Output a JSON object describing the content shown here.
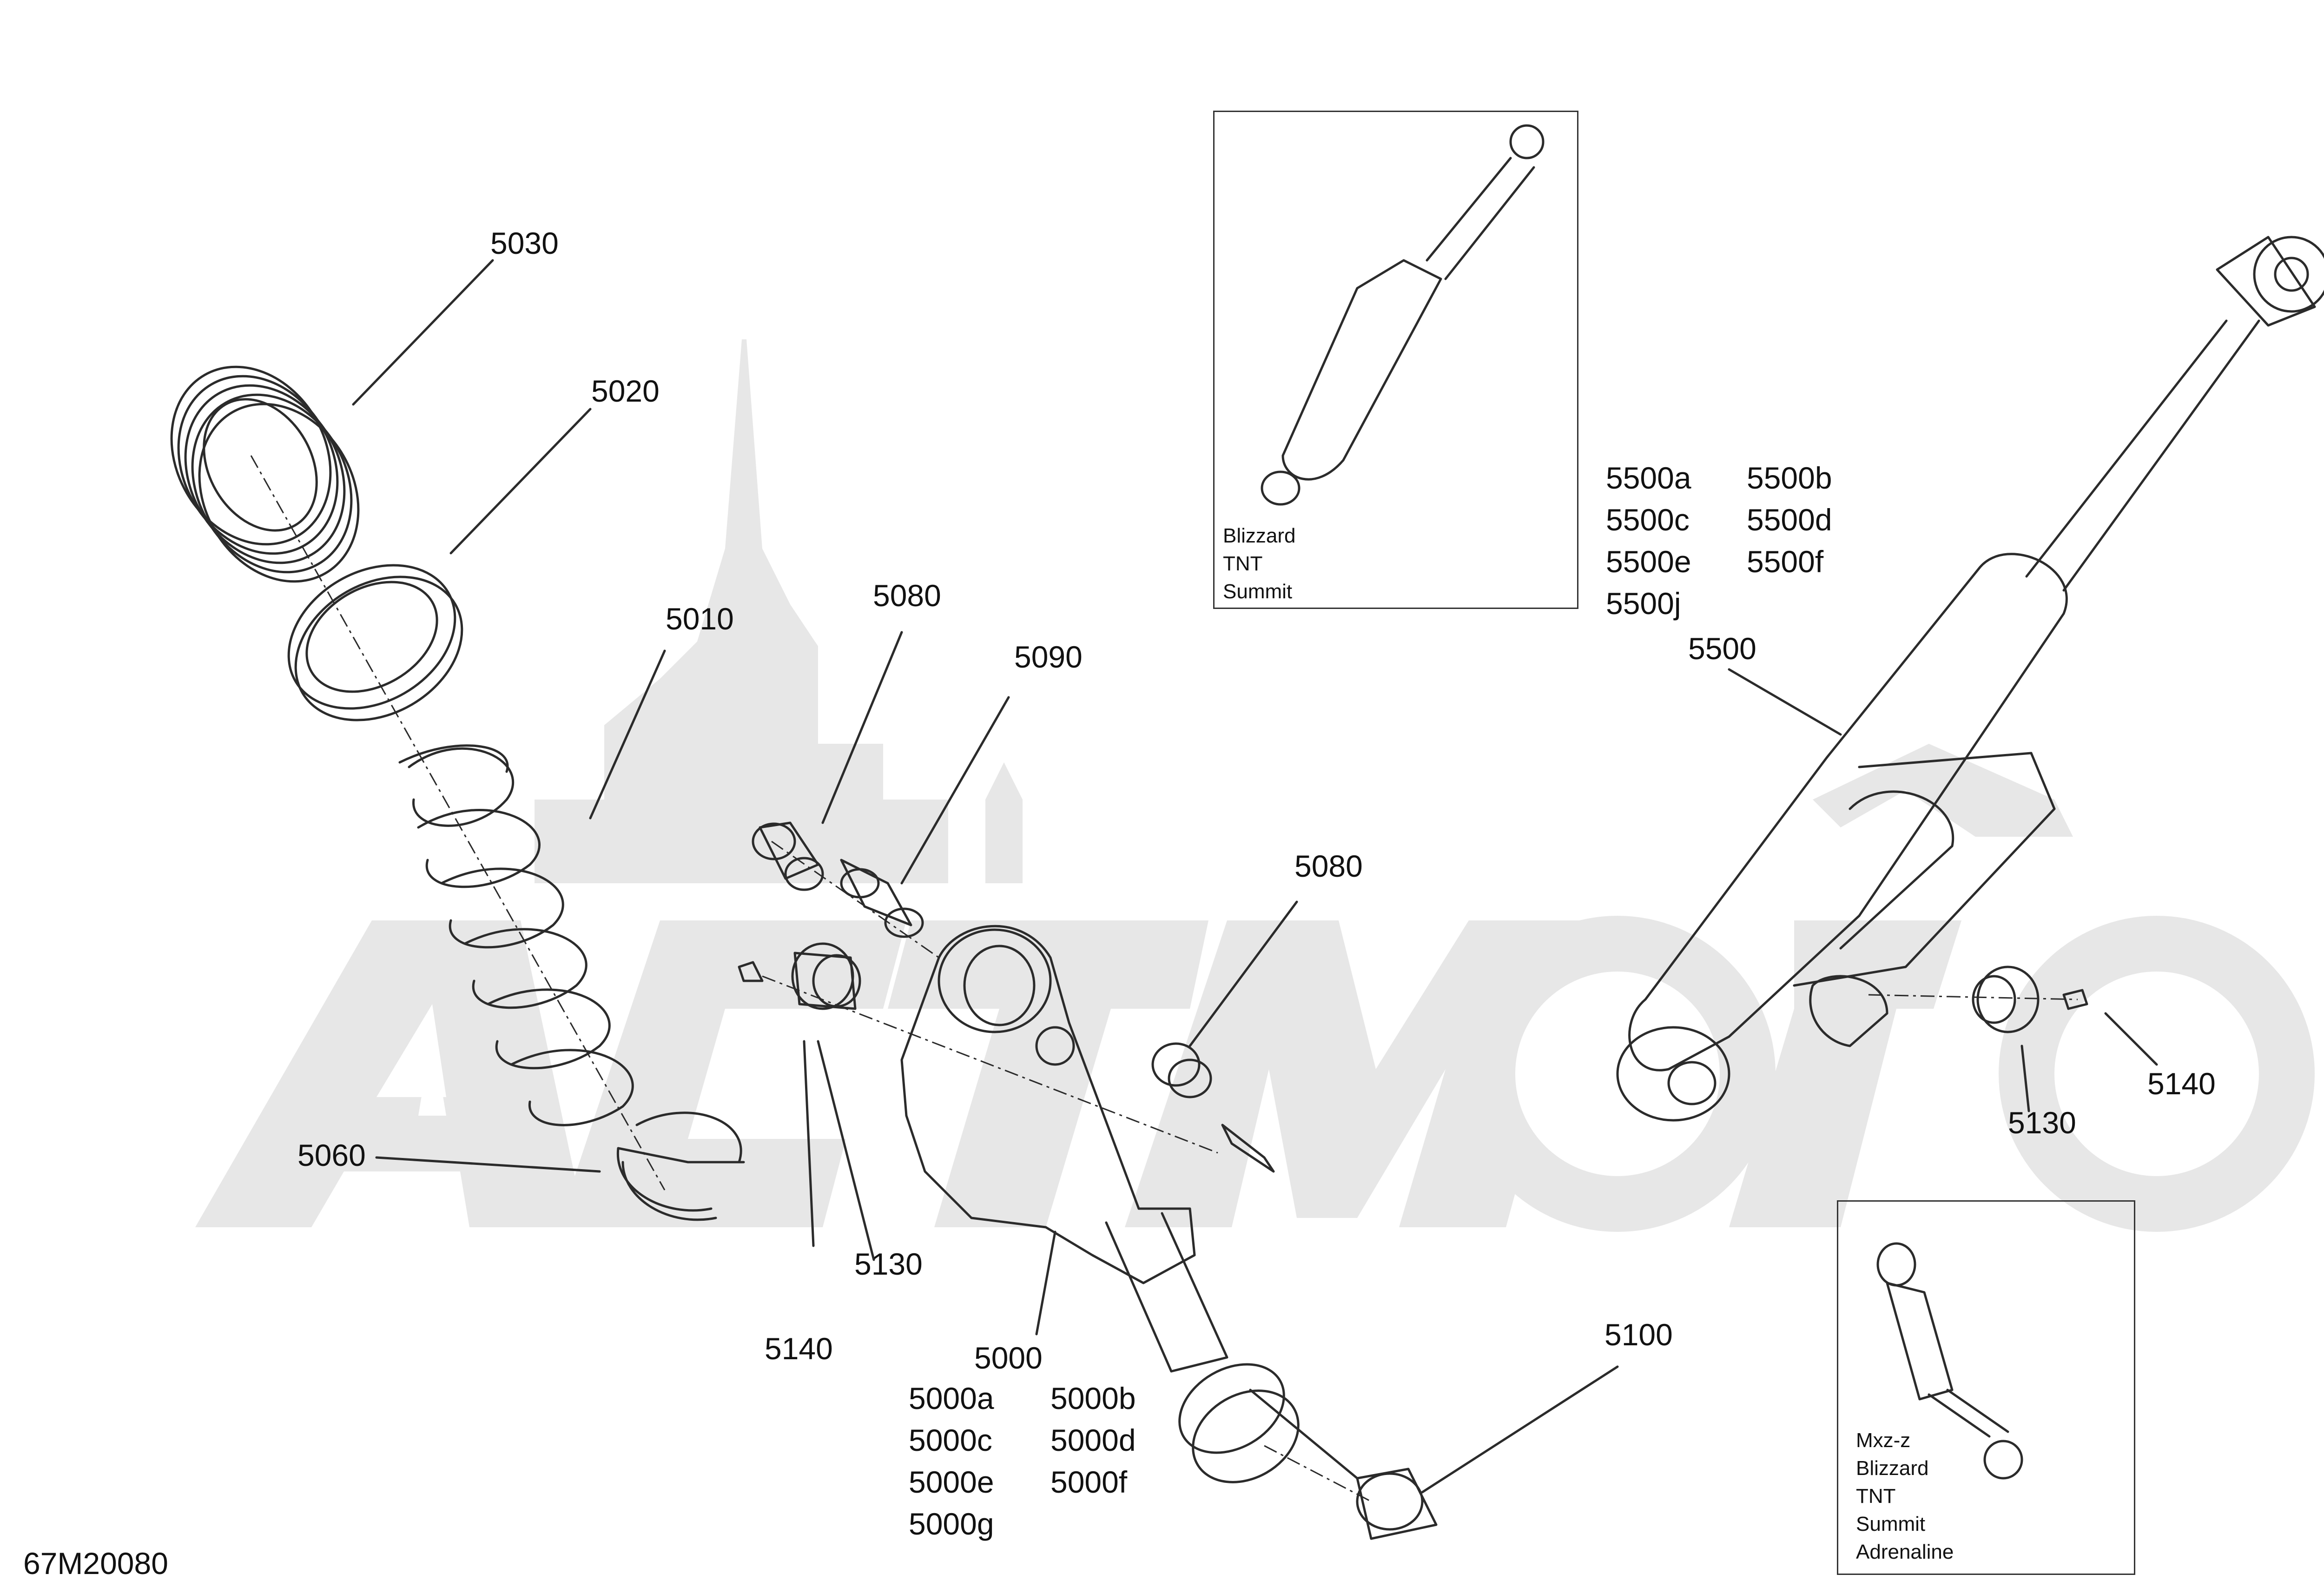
{
  "diagram_id": "67M20080",
  "callouts": {
    "c5030": "5030",
    "c5020": "5020",
    "c5010": "5010",
    "c5080a": "5080",
    "c5090": "5090",
    "c5080b": "5080",
    "c5060": "5060",
    "c5130a": "5130",
    "c5140a": "5140",
    "c5000": "5000",
    "c5100": "5100",
    "c5500": "5500",
    "c5130b": "5130",
    "c5140b": "5140"
  },
  "variants_5000": [
    "5000a",
    "5000b",
    "5000c",
    "5000d",
    "5000e",
    "5000f",
    "5000g"
  ],
  "variants_5500": [
    "5500a",
    "5500b",
    "5500c",
    "5500d",
    "5500e",
    "5500f",
    "5500j"
  ],
  "inset_top": {
    "models": [
      "Blizzard",
      "TNT",
      "Summit"
    ]
  },
  "inset_bottom": {
    "models": [
      "Mxz-z",
      "Blizzard",
      "TNT",
      "Summit",
      "Adrenaline"
    ]
  },
  "watermark": {
    "text": "ActiMoto",
    "color": "#e6e6e6"
  },
  "line_color": "#2b2b2b"
}
